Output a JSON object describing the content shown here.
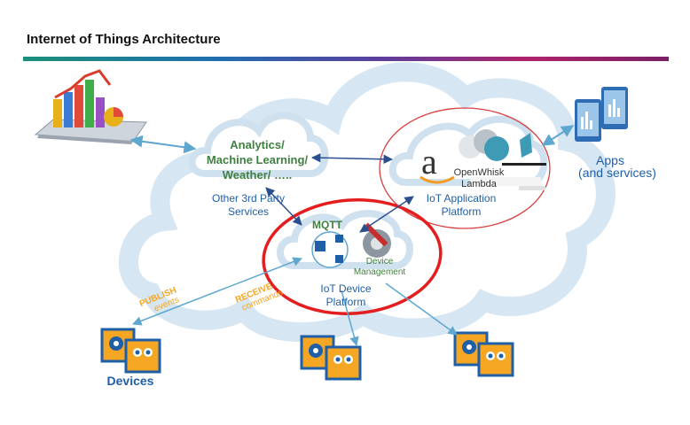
{
  "header": {
    "title": "Internet of Things Architecture"
  },
  "diagram": {
    "analytics_label": [
      "Analytics/",
      "Machine Learning/",
      "Weather/ ….."
    ],
    "third_party_label": [
      "Other 3rd Party",
      "Services"
    ],
    "app_platform_label": [
      "IoT Application",
      "Platform"
    ],
    "openwhisk_label": "OpenWhisk",
    "lambda_label": "Lambda",
    "mqtt_label": "MQTT",
    "device_mgmt_label": [
      "Device",
      "Management"
    ],
    "device_platform_label": [
      "IoT Device",
      "Platform"
    ],
    "apps_label": [
      "Apps",
      "(and services)"
    ],
    "publish_label": [
      "PUBLISH",
      "events"
    ],
    "receive_label": [
      "RECEIVE",
      "commands"
    ],
    "devices_label": "Devices"
  },
  "colors": {
    "cloud": "#cfe0ee",
    "text_green": "#3f7f3f",
    "text_blue": "#1f5fa8",
    "text_orange": "#f5a623",
    "arrow": "#5ea7cf",
    "highlight_red": "#e41e1e",
    "thin_red": "#d94040"
  }
}
